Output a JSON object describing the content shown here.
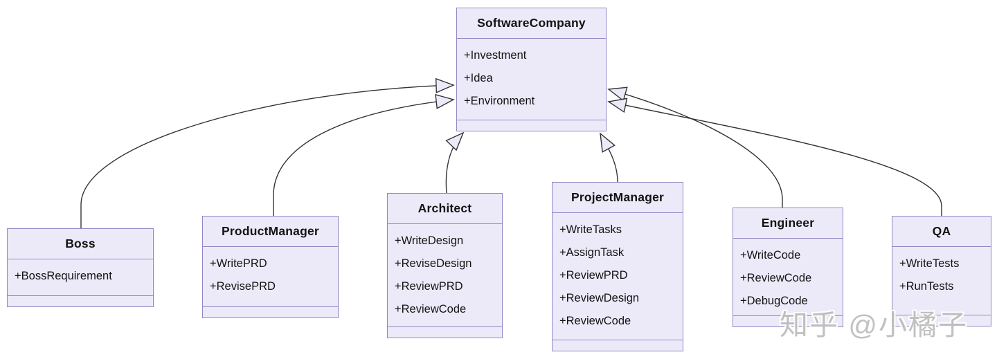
{
  "diagram": {
    "type": "uml-class-diagram",
    "classes": [
      {
        "name": "SoftwareCompany",
        "members": [
          "+Investment",
          "+Idea",
          "+Environment"
        ],
        "methods": []
      },
      {
        "name": "Boss",
        "members": [
          "+BossRequirement"
        ],
        "methods": []
      },
      {
        "name": "ProductManager",
        "members": [
          "+WritePRD",
          "+RevisePRD"
        ],
        "methods": []
      },
      {
        "name": "Architect",
        "members": [
          "+WriteDesign",
          "+ReviseDesign",
          "+ReviewPRD",
          "+ReviewCode"
        ],
        "methods": []
      },
      {
        "name": "ProjectManager",
        "members": [
          "+WriteTasks",
          "+AssignTask",
          "+ReviewPRD",
          "+ReviewDesign",
          "+ReviewCode"
        ],
        "methods": []
      },
      {
        "name": "Engineer",
        "members": [
          "+WriteCode",
          "+ReviewCode",
          "+DebugCode"
        ],
        "methods": []
      },
      {
        "name": "QA",
        "members": [
          "+WriteTests",
          "+RunTests"
        ],
        "methods": []
      }
    ],
    "relations": [
      {
        "from": "Boss",
        "to": "SoftwareCompany",
        "type": "inheritance"
      },
      {
        "from": "ProductManager",
        "to": "SoftwareCompany",
        "type": "inheritance"
      },
      {
        "from": "Architect",
        "to": "SoftwareCompany",
        "type": "inheritance"
      },
      {
        "from": "ProjectManager",
        "to": "SoftwareCompany",
        "type": "inheritance"
      },
      {
        "from": "Engineer",
        "to": "SoftwareCompany",
        "type": "inheritance"
      },
      {
        "from": "QA",
        "to": "SoftwareCompany",
        "type": "inheritance"
      }
    ],
    "colors": {
      "box_fill": "#eceaf8",
      "box_border": "#9585c4",
      "edge_stroke": "#333333",
      "text": "#131313"
    }
  },
  "watermark": {
    "text": "知乎 @小橘子"
  }
}
